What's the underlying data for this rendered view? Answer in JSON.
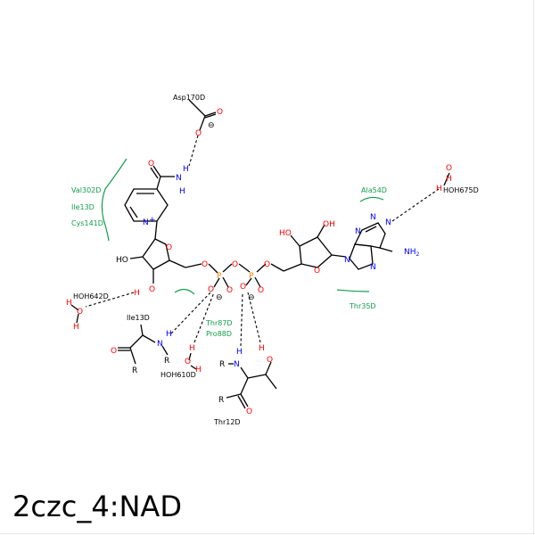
{
  "title": "2czc_4:NAD",
  "colors": {
    "residue": "#149c4c",
    "bond": "#000000",
    "oxygen": "#ff0000",
    "nitrogen": "#0000ff",
    "phosphorus": "#ff8000"
  },
  "residues": {
    "asp170": "Asp170D",
    "val302": "Val302D",
    "ile13_side": "Ile13D",
    "cys141": "Cys141D",
    "ala54": "Ala54D",
    "hoh675": "HOH675D",
    "hoh642": "HOH642D",
    "ile13_back": "Ile13D",
    "thr87": "Thr87D",
    "pro88": "Pro88D",
    "hoh610": "HOH610D",
    "thr35": "Thr35D",
    "thr12": "Thr12D"
  },
  "atoms": {
    "O": "O",
    "N": "N",
    "H": "H",
    "P": "P",
    "R": "R",
    "HO": "HO",
    "OH": "OH",
    "NH2": "NH",
    "sub2": "2",
    "Nplus": "N",
    "plus": "+",
    "minus": "⊖"
  }
}
